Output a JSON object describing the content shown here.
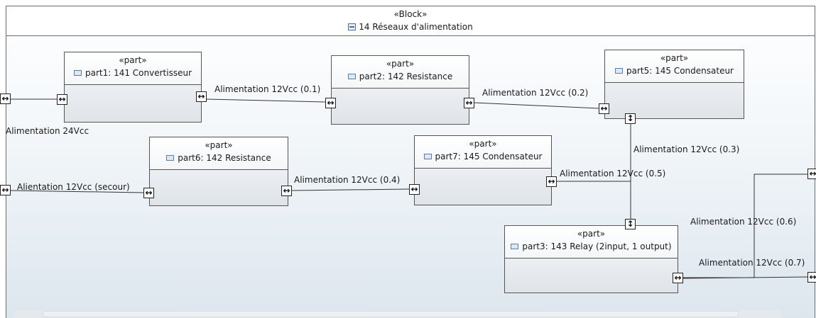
{
  "block": {
    "stereotype": "«Block»",
    "title": "14 Réseaux d'alimentation"
  },
  "parts": {
    "part1": {
      "stereotype": "«part»",
      "name": "part1: 141 Convertisseur"
    },
    "part2": {
      "stereotype": "«part»",
      "name": "part2: 142 Resistance"
    },
    "part5": {
      "stereotype": "«part»",
      "name": "part5: 145 Condensateur"
    },
    "part6": {
      "stereotype": "«part»",
      "name": "part6: 142 Resistance"
    },
    "part7": {
      "stereotype": "«part»",
      "name": "part7: 145 Condensateur"
    },
    "part3": {
      "stereotype": "«part»",
      "name": "part3: 143 Relay (2input, 1 output)"
    }
  },
  "connectors": {
    "c01": "Alimentation 12Vcc (0.1)",
    "c02": "Alimentation 12Vcc (0.2)",
    "c03": "Alimentation 12Vcc (0.3)",
    "c04": "Alimentation 12Vcc (0.4)",
    "c05": "Alimentation 12Vcc (0.5)",
    "c06": "Alimentation 12Vcc (0.6)",
    "c07": "Alimentation 12Vcc (0.7)",
    "c24": "Alimentation 24Vcc",
    "csec": "Alientation 12Vcc (secour)"
  },
  "colors": {
    "border": "#555555",
    "port_border": "#222222",
    "icon_blue": "#4a6e96"
  },
  "icons": {
    "block_icon": "block-type-icon",
    "part_icon": "part-type-icon",
    "port_horizontal": "bidirectional-horizontal-arrow-icon",
    "port_vertical": "bidirectional-vertical-arrow-icon"
  }
}
